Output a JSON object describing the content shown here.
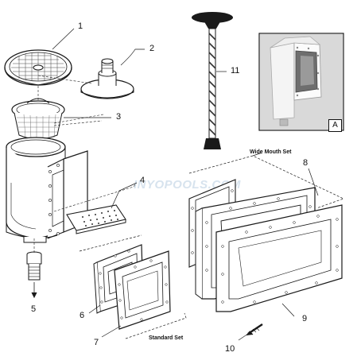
{
  "diagram": {
    "callouts": {
      "n1": "1",
      "n2": "2",
      "n3": "3",
      "n4": "4",
      "n5": "5",
      "n6": "6",
      "n7": "7",
      "n8": "8",
      "n9": "9",
      "n10": "10",
      "n11": "11"
    },
    "set_labels": {
      "wide_mouth": "Wide Mouth Set",
      "standard": "Standard Set"
    },
    "inset_label": "A",
    "watermark": "INYOPOOLS.COM"
  }
}
